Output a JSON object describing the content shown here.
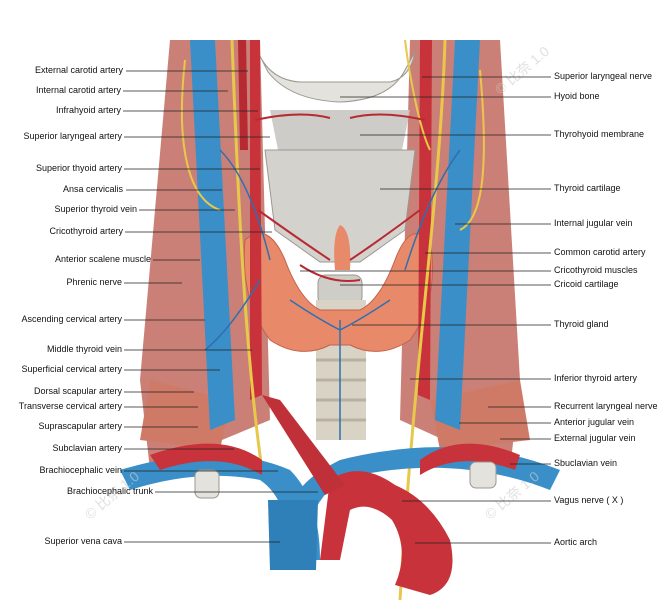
{
  "figure": {
    "watermark": "© 比奈 1.0"
  },
  "labels_left": [
    "External carotid artery",
    "Internal carotid artery",
    "Infrahyoid artery",
    "Superior laryngeal artery",
    "Superior thyoid artery",
    "Ansa cervicalis",
    "Superior thyroid vein",
    "Cricothyroid artery",
    "Anterior scalene muscle",
    "Phrenic nerve",
    "Ascending cervical artery",
    "Middle thyroid vein",
    "Superficial cervical artery",
    "Dorsal scapular artery",
    "Transverse cervical artery",
    "Suprascapular artery",
    "Subclavian artery",
    "Brachiocephalic vein",
    "Brachiocephalic trunk",
    "Superior vena cava"
  ],
  "labels_right": [
    "Superior laryngeal nerve",
    "Hyoid bone",
    "Thyrohyoid membrane",
    "Thyroid cartilage",
    "Internal jugular vein",
    "Common carotid artery",
    "Cricothyroid muscles",
    "Cricoid cartilage",
    "Thyroid gland",
    "Inferior thyroid artery",
    "Recurrent laryngeal nerve",
    "Anterior jugular vein",
    "External jugular vein",
    "Sbuclavian vein",
    "Vagus nerve ( X )",
    "Aortic arch"
  ],
  "colors": {
    "artery": "#c8323a",
    "vein": "#3a8fc8",
    "nerve": "#e8c84a",
    "thyroid": "#e88a6a",
    "cartilage": "#d6d6d2",
    "muscle": "#c86a5a",
    "line": "#222222"
  }
}
